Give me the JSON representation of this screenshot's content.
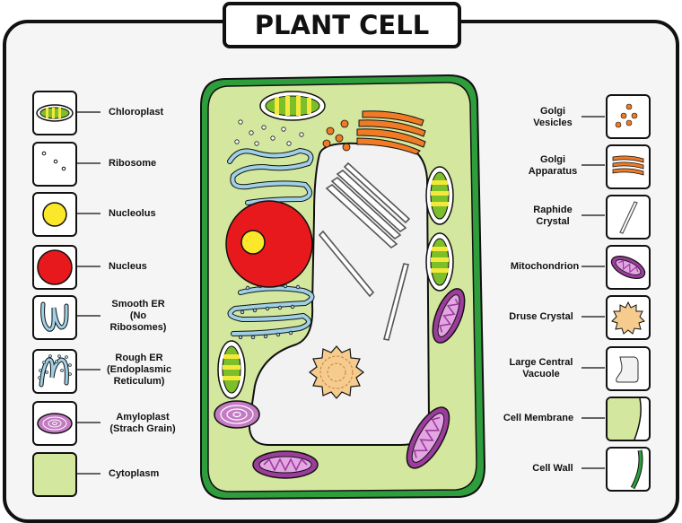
{
  "title": "PLANT CELL",
  "left_labels": [
    {
      "text": "Chloroplast",
      "icon": "chloroplast-icon"
    },
    {
      "text": "Ribosome",
      "icon": "ribosome-icon"
    },
    {
      "text": "Nucleolus",
      "icon": "nucleolus-icon"
    },
    {
      "text": "Nucleus",
      "icon": "nucleus-icon"
    },
    {
      "text": "Smooth ER\n(No\nRibosomes)",
      "icon": "smooth-er-icon"
    },
    {
      "text": "Rough ER\n(Endoplasmic\nReticulum)",
      "icon": "rough-er-icon"
    },
    {
      "text": "Amyloplast\n(Strach Grain)",
      "icon": "amyloplast-icon"
    },
    {
      "text": "Cytoplasm",
      "icon": "cytoplasm-icon"
    }
  ],
  "right_labels": [
    {
      "text": "Golgi\nVesicles",
      "icon": "golgi-vesicles-icon"
    },
    {
      "text": "Golgi\nApparatus",
      "icon": "golgi-apparatus-icon"
    },
    {
      "text": "Raphide\nCrystal",
      "icon": "raphide-crystal-icon"
    },
    {
      "text": "Mitochondrion",
      "icon": "mitochondrion-icon"
    },
    {
      "text": "Druse Crystal",
      "icon": "druse-crystal-icon"
    },
    {
      "text": "Large Central\nVacuole",
      "icon": "vacuole-icon"
    },
    {
      "text": "Cell Membrane",
      "icon": "cell-membrane-icon"
    },
    {
      "text": "Cell Wall",
      "icon": "cell-wall-icon"
    }
  ],
  "colors": {
    "cytoplasm": "#d4e79e",
    "cell_wall": "#2e9e3c",
    "nucleus": "#e8191c",
    "nucleolus": "#fce82a",
    "chloroplast": "#7bbf2a",
    "chloroplast_stripe": "#f3e83b",
    "mitochondrion": "#9b3d9b",
    "mitochondrion_inner": "#e3a6e3",
    "golgi": "#f07a25",
    "er": "#9fd0e6",
    "druse": "#f6cc8e",
    "vacuole": "#f2f2f2"
  }
}
